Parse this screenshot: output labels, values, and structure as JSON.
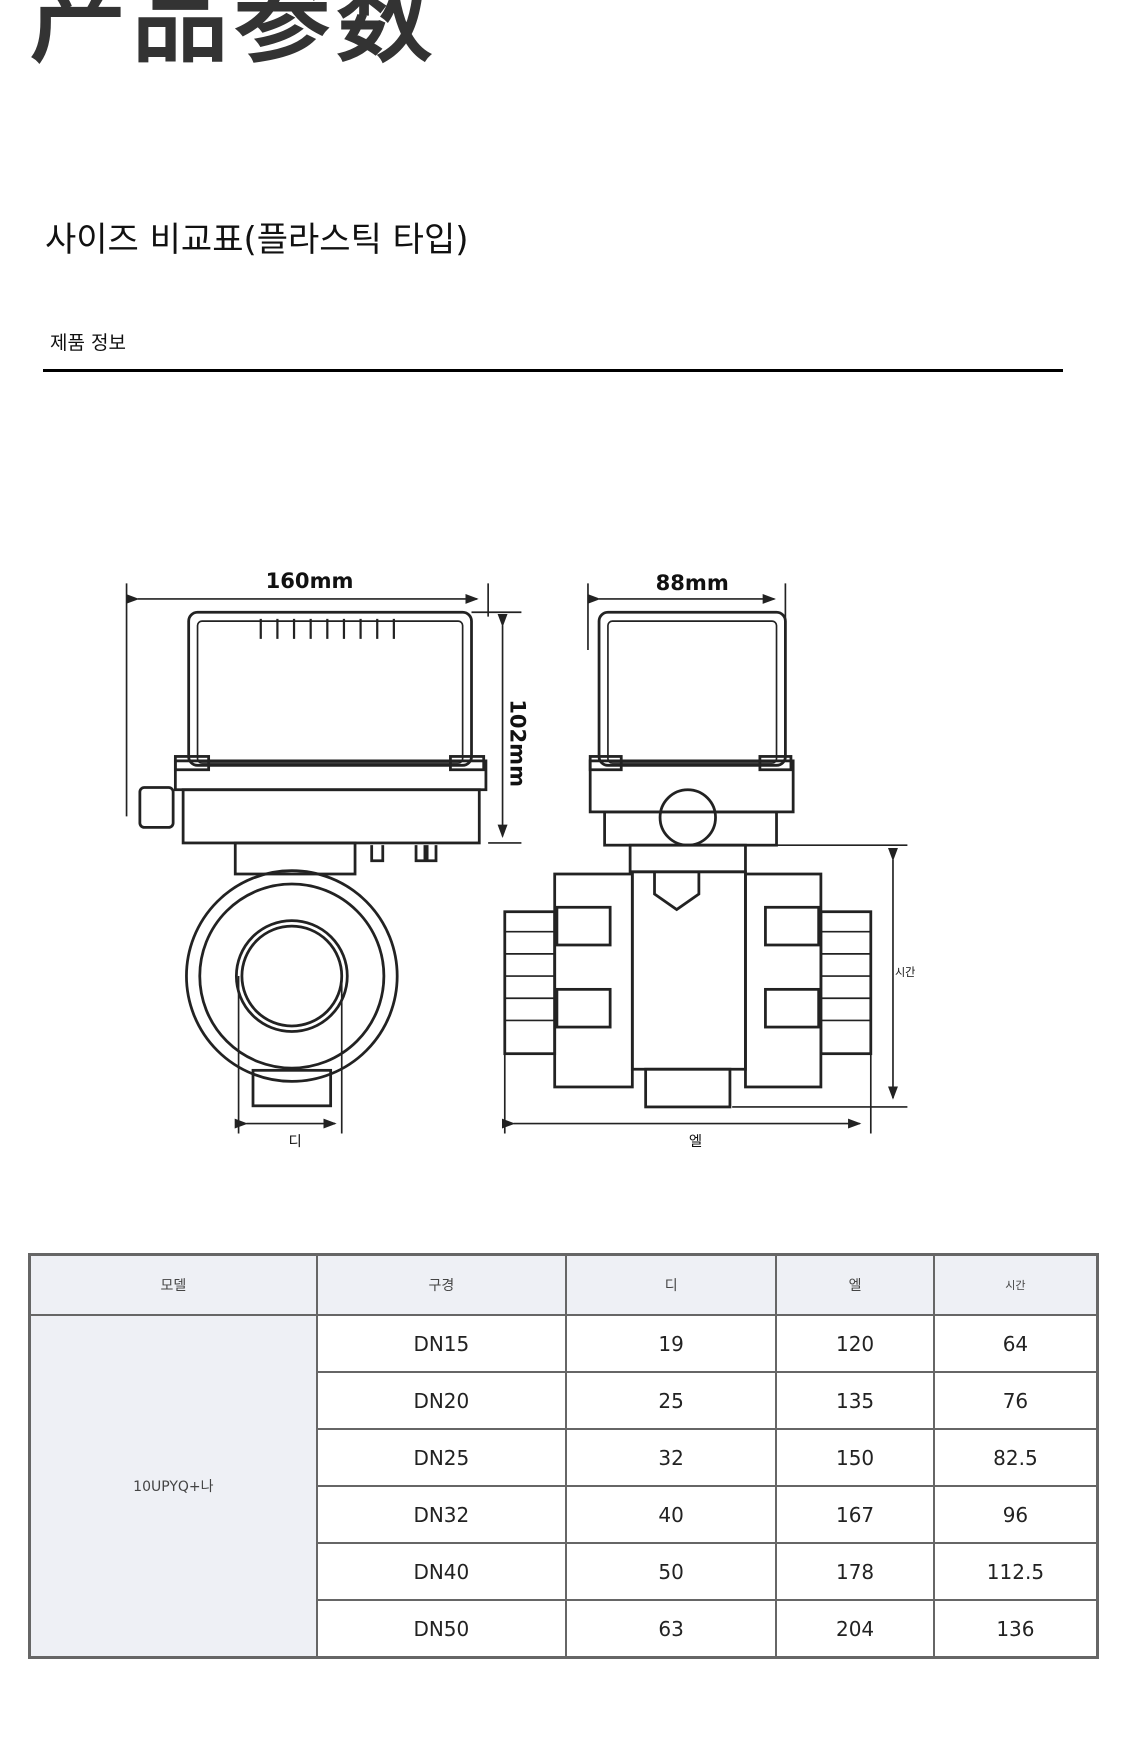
{
  "header": {
    "logo_text": "产品参数",
    "title": "사이즈 비교표(플라스틱 타입)",
    "section": "제품 정보"
  },
  "diagram": {
    "width_label": "160mm",
    "depth_label": "88mm",
    "height_label": "102mm",
    "d_label": "디",
    "l_label": "엘",
    "h_label": "시간"
  },
  "table": {
    "headers": [
      "모델",
      "구경",
      "디",
      "엘",
      "시간"
    ],
    "model": "10UPYQ+나",
    "rows": [
      [
        "DN15",
        "19",
        "120",
        "64"
      ],
      [
        "DN20",
        "25",
        "135",
        "76"
      ],
      [
        "DN25",
        "32",
        "150",
        "82.5"
      ],
      [
        "DN32",
        "40",
        "167",
        "96"
      ],
      [
        "DN40",
        "50",
        "178",
        "112.5"
      ],
      [
        "DN50",
        "63",
        "204",
        "136"
      ]
    ]
  }
}
